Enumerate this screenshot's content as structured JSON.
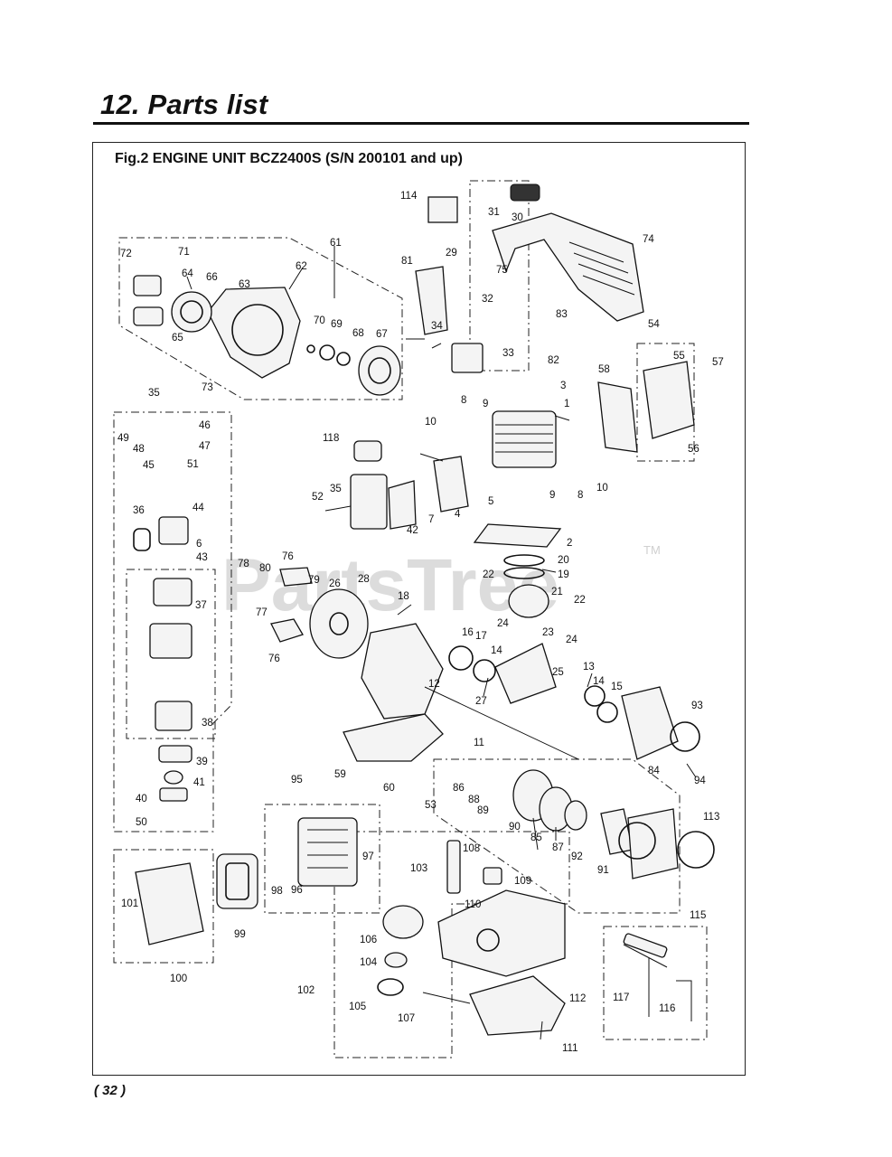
{
  "page": {
    "section_title": "12. Parts list",
    "figure_title": "Fig.2 ENGINE UNIT  BCZ2400S  (S/N 200101 and up)",
    "page_number": "32",
    "watermark": "PartsTree",
    "watermark_tm": "TM"
  },
  "callouts": [
    "114",
    "31",
    "30",
    "29",
    "74",
    "61",
    "72",
    "71",
    "62",
    "64",
    "66",
    "81",
    "75",
    "63",
    "32",
    "83",
    "70",
    "69",
    "68",
    "67",
    "34",
    "65",
    "33",
    "82",
    "54",
    "55",
    "57",
    "73",
    "58",
    "3",
    "35",
    "46",
    "49",
    "48",
    "47",
    "8",
    "9",
    "1",
    "10",
    "45",
    "51",
    "118",
    "56",
    "52",
    "35",
    "7",
    "4",
    "5",
    "9",
    "8",
    "10",
    "44",
    "36",
    "6",
    "43",
    "42",
    "2",
    "76",
    "20",
    "78",
    "80",
    "79",
    "26",
    "28",
    "22",
    "19",
    "77",
    "18",
    "21",
    "22",
    "37",
    "24",
    "23",
    "16",
    "17",
    "14",
    "24",
    "76",
    "13",
    "12",
    "25",
    "14",
    "15",
    "93",
    "27",
    "38",
    "11",
    "39",
    "59",
    "84",
    "41",
    "60",
    "86",
    "88",
    "95",
    "40",
    "89",
    "94",
    "53",
    "90",
    "85",
    "87",
    "50",
    "113",
    "92",
    "91",
    "108",
    "97",
    "103",
    "109",
    "98",
    "96",
    "110",
    "101",
    "99",
    "115",
    "106",
    "104",
    "100",
    "117",
    "102",
    "116",
    "112",
    "105",
    "107",
    "111"
  ]
}
